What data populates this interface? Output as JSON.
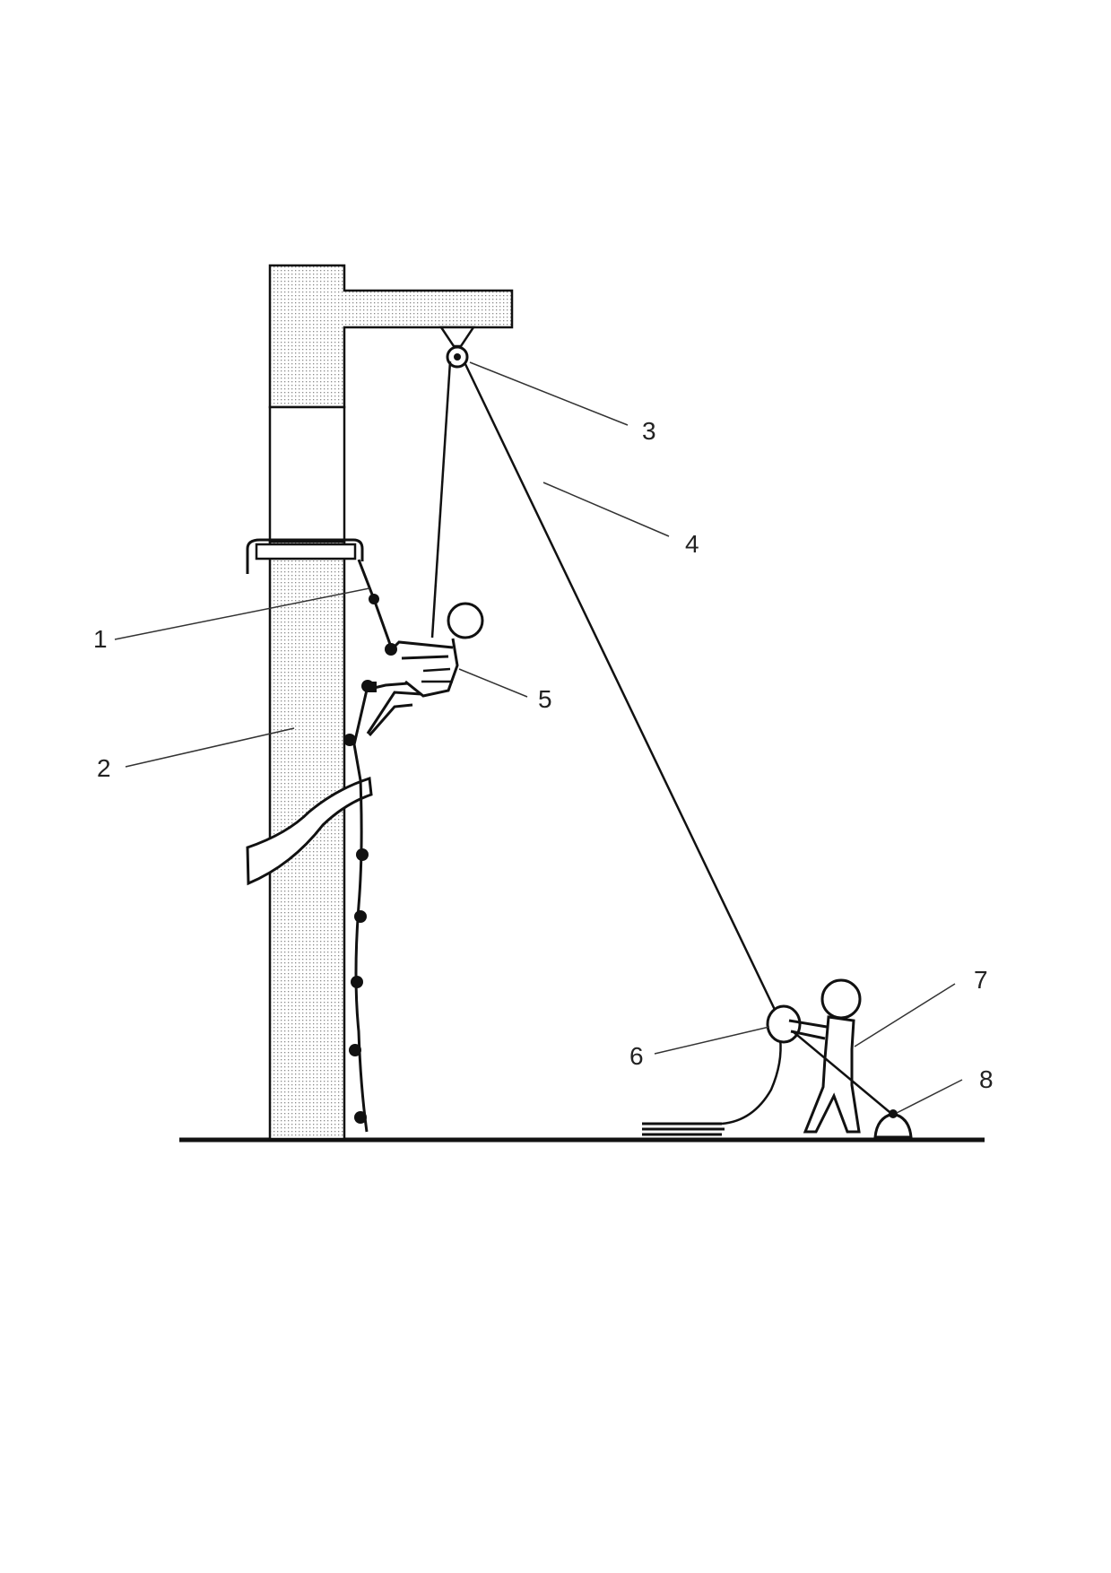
{
  "colors": {
    "ink": "#111111",
    "stipple": "#9a9a9a",
    "background": "#ffffff"
  },
  "labels": {
    "l1": "1",
    "l2": "2",
    "l3": "3",
    "l4": "4",
    "l5": "5",
    "l6": "6",
    "l7": "7",
    "l8": "8"
  }
}
